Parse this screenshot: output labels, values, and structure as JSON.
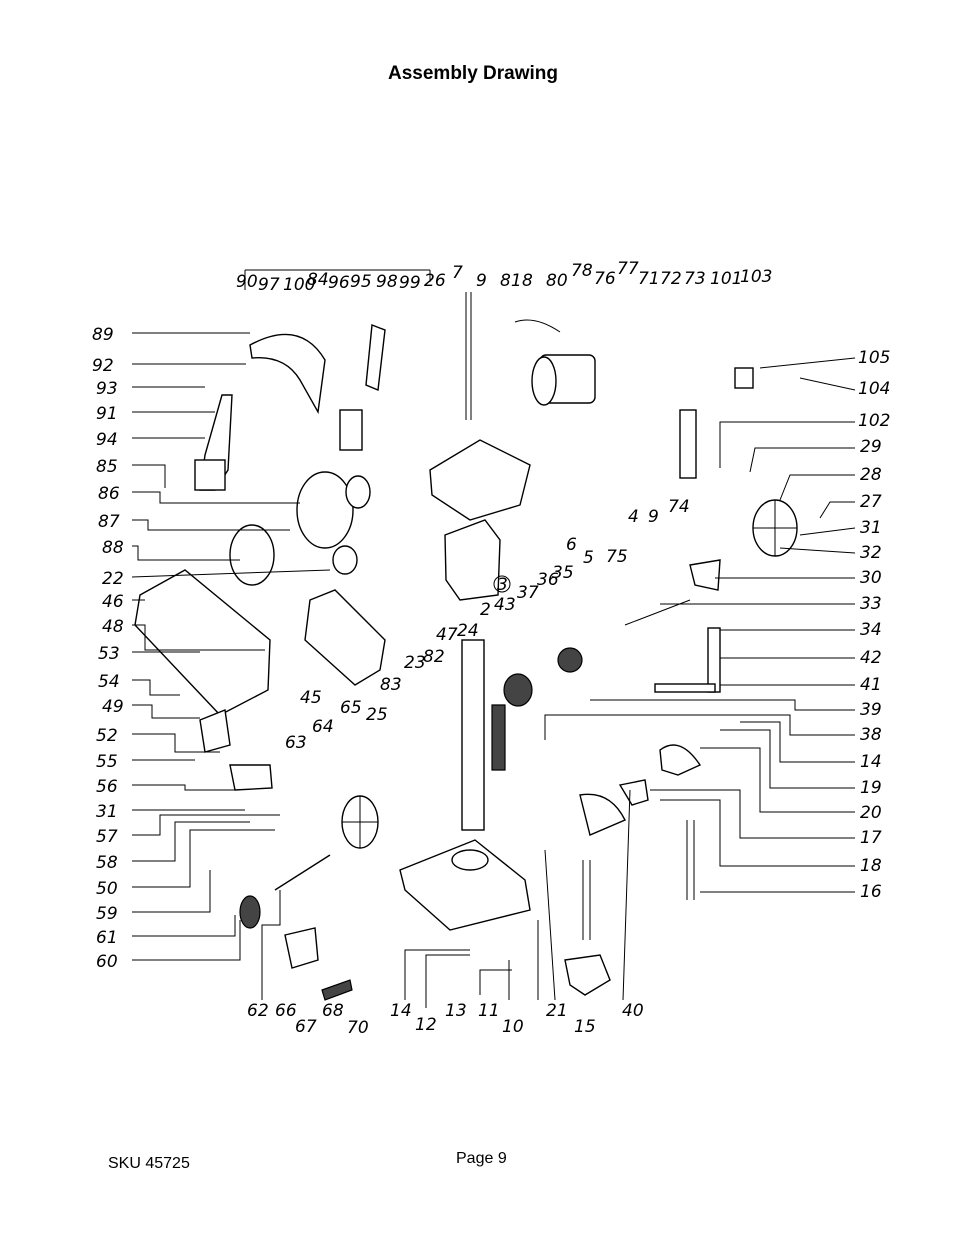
{
  "title": "Assembly Drawing",
  "footer": {
    "sku": "SKU 45725",
    "page": "Page 9"
  },
  "callouts": {
    "top": [
      "90",
      "97",
      "100",
      "84",
      "96",
      "95",
      "98",
      "99",
      "26",
      "7",
      "9",
      "81",
      "8",
      "80",
      "78",
      "76",
      "77",
      "71",
      "72",
      "73",
      "101",
      "103"
    ],
    "left": [
      "89",
      "92",
      "93",
      "91",
      "94",
      "85",
      "86",
      "87",
      "88",
      "22",
      "46",
      "48",
      "53",
      "54",
      "49",
      "52",
      "55",
      "56",
      "31",
      "57",
      "58",
      "50",
      "59",
      "61",
      "60"
    ],
    "right": [
      "105",
      "104",
      "102",
      "29",
      "28",
      "27",
      "31",
      "32",
      "30",
      "33",
      "34",
      "42",
      "41",
      "39",
      "38",
      "14",
      "19",
      "20",
      "17",
      "18",
      "16"
    ],
    "bottom": [
      "62",
      "66",
      "67",
      "68",
      "70",
      "14",
      "12",
      "13",
      "11",
      "10",
      "21",
      "15",
      "40"
    ],
    "inner": [
      "4",
      "9",
      "74",
      "6",
      "5",
      "75",
      "3",
      "2",
      "43",
      "37",
      "36",
      "35",
      "24",
      "47",
      "82",
      "23",
      "83",
      "25",
      "45",
      "63",
      "64",
      "65"
    ]
  }
}
